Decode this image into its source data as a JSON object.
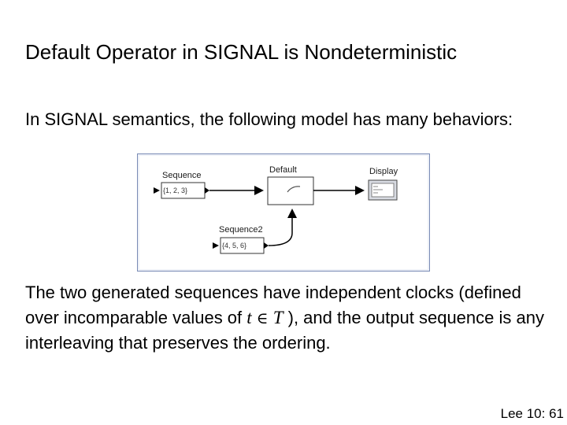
{
  "slide": {
    "title": "Default Operator in SIGNAL is Nondeterministic",
    "intro": "In SIGNAL semantics, the following model has many behaviors:",
    "body_part1": "The two generated sequences have independent clocks (defined over incomparable values of ",
    "math_t": "t",
    "math_in": "∈",
    "math_T": "T",
    "body_part2": " ), and the output sequence is any interleaving that preserves the ordering.",
    "footer": "Lee 10: 61"
  },
  "diagram": {
    "sequence": {
      "label": "Sequence",
      "value": "{1, 2, 3}"
    },
    "default": {
      "label": "Default"
    },
    "display": {
      "label": "Display"
    },
    "sequence2": {
      "label": "Sequence2",
      "value": "{4, 5, 6}"
    }
  }
}
